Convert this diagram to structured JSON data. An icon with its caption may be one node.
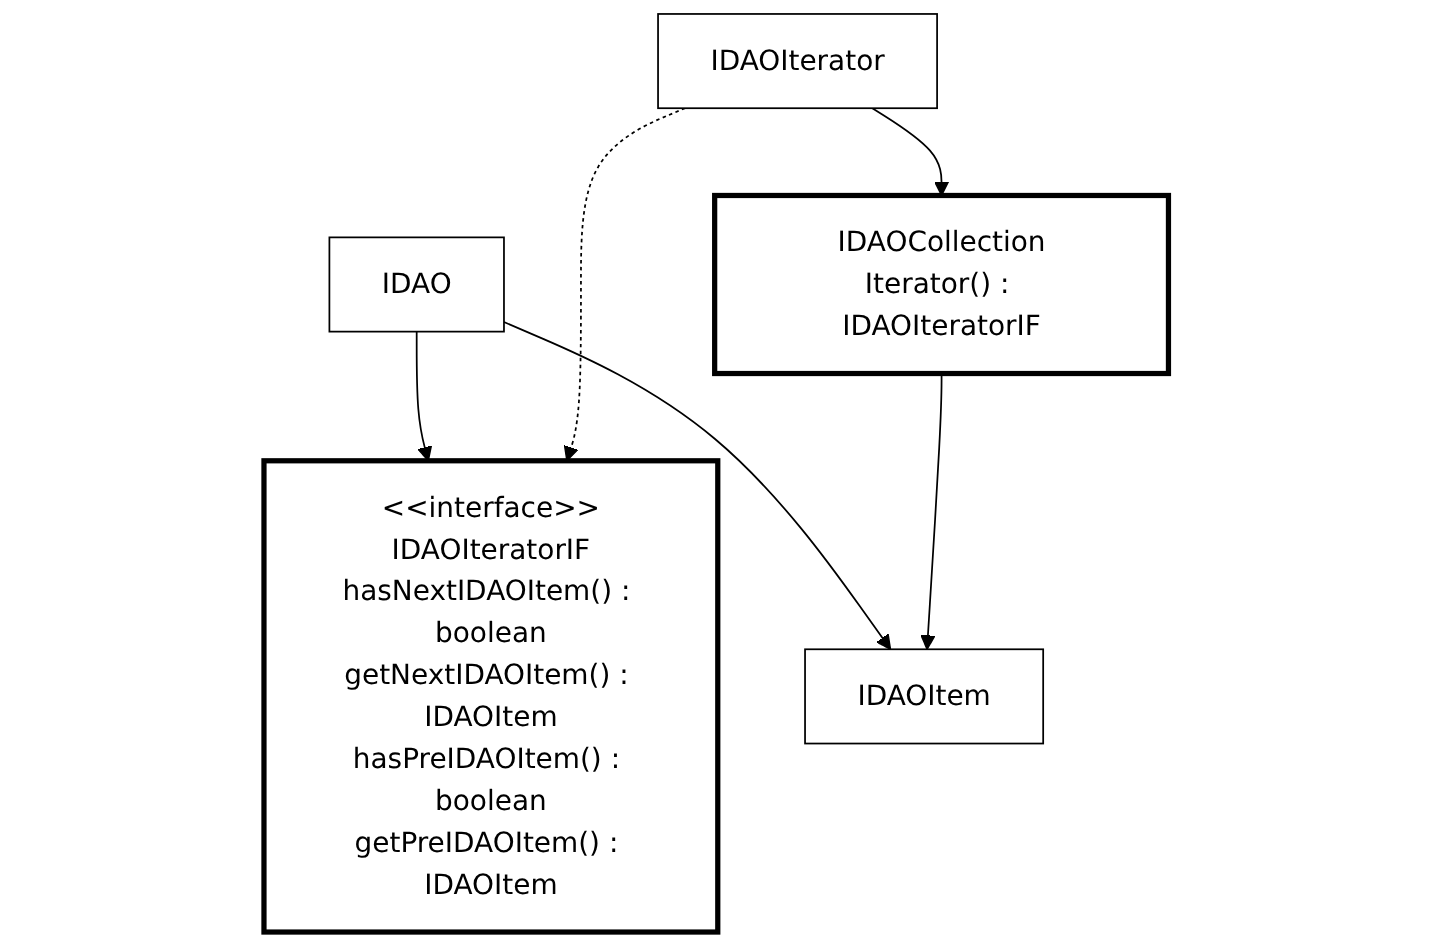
{
  "diagram": {
    "nodes": [
      {
        "text": [
          "IDAO"
        ]
      },
      {
        "text": [
          "IDAOItem"
        ]
      },
      {
        "text": [
          "<<interface>>",
          "IDAOIteratorIF",
          "hasNextIDAOItem() : boolean",
          "getNextIDAOItem() : IDAOItem",
          "hasPreIDAOItem() : boolean",
          "getPreIDAOItem() : IDAOItem"
        ]
      },
      {
        "text": [
          "IDAOCollection",
          "Iterator() : IDAOIteratorIF"
        ]
      },
      {
        "text": [
          "IDAOIterator"
        ]
      }
    ],
    "edges": [
      {
        "from": 0,
        "to": 1,
        "arrow": "to"
      },
      {
        "from": 0,
        "to": 2,
        "arrow": "to"
      },
      {
        "from": 3,
        "to": 1,
        "arrow": "to"
      },
      {
        "from": 4,
        "to": 2,
        "arrow": "to",
        "style": "dashed"
      },
      {
        "from": 4,
        "to": 3,
        "arrow": "to"
      }
    ]
  }
}
